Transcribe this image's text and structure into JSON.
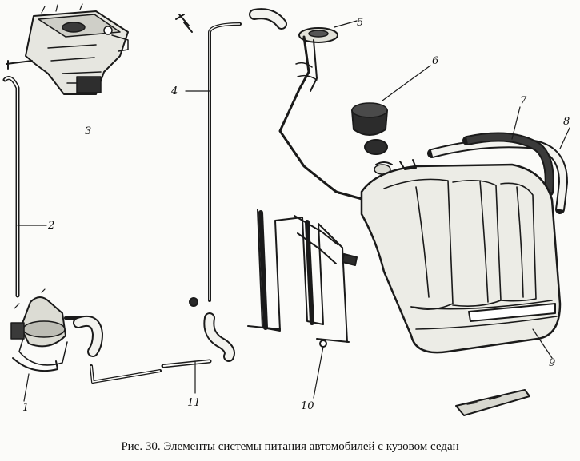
{
  "figure": {
    "caption": "Рис. 30. Элементы системы питания автомобилей с кузовом седан",
    "callouts": [
      "1",
      "2",
      "3",
      "4",
      "5",
      "6",
      "7",
      "8",
      "9",
      "10",
      "11"
    ]
  },
  "colors": {
    "ink": "#1a1a1a",
    "paper": "#fbfbf9"
  }
}
